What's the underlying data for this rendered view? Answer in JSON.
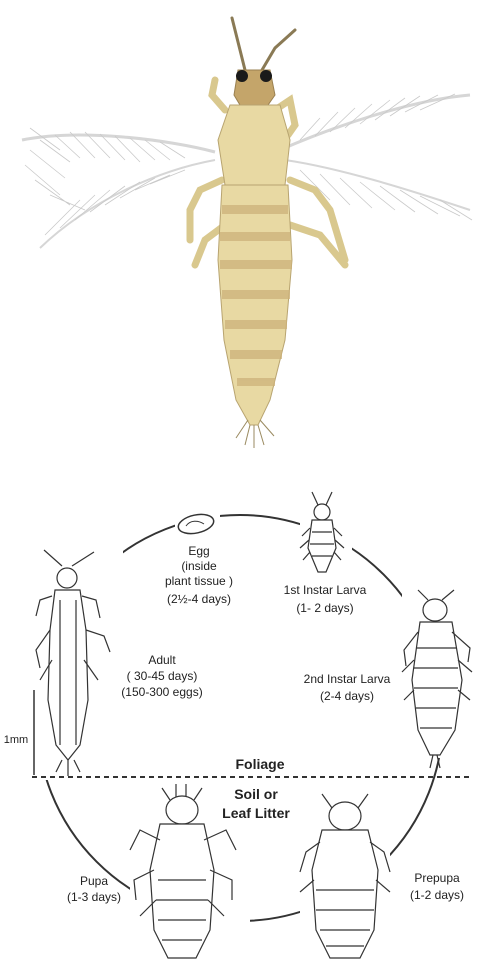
{
  "stages": {
    "egg": {
      "line1": "Egg",
      "line2": "(inside",
      "line3": "plant tissue )",
      "line4": "(2½-4 days)"
    },
    "larva1": {
      "line1": "1st Instar Larva",
      "line2": "(1- 2  days)"
    },
    "larva2": {
      "line1": "2nd Instar Larva",
      "line2": "(2-4 days)"
    },
    "adult": {
      "line1": "Adult",
      "line2": "( 30-45 days)",
      "line3": "(150-300 eggs)"
    },
    "pupa": {
      "line1": "Pupa",
      "line2": "(1-3 days)"
    },
    "prepupa": {
      "line1": "Prepupa",
      "line2": "(1-2 days)"
    }
  },
  "zones": {
    "foliage": "Foliage",
    "soil1": "Soil or",
    "soil2": "Leaf Litter"
  },
  "scale": {
    "label": "1mm"
  },
  "colors": {
    "body": "#e8d9a3",
    "band": "#cdb27a",
    "head": "#c4a56a",
    "eye": "#1a1a1a",
    "wing": "#c9c9c9",
    "line": "#333333"
  }
}
